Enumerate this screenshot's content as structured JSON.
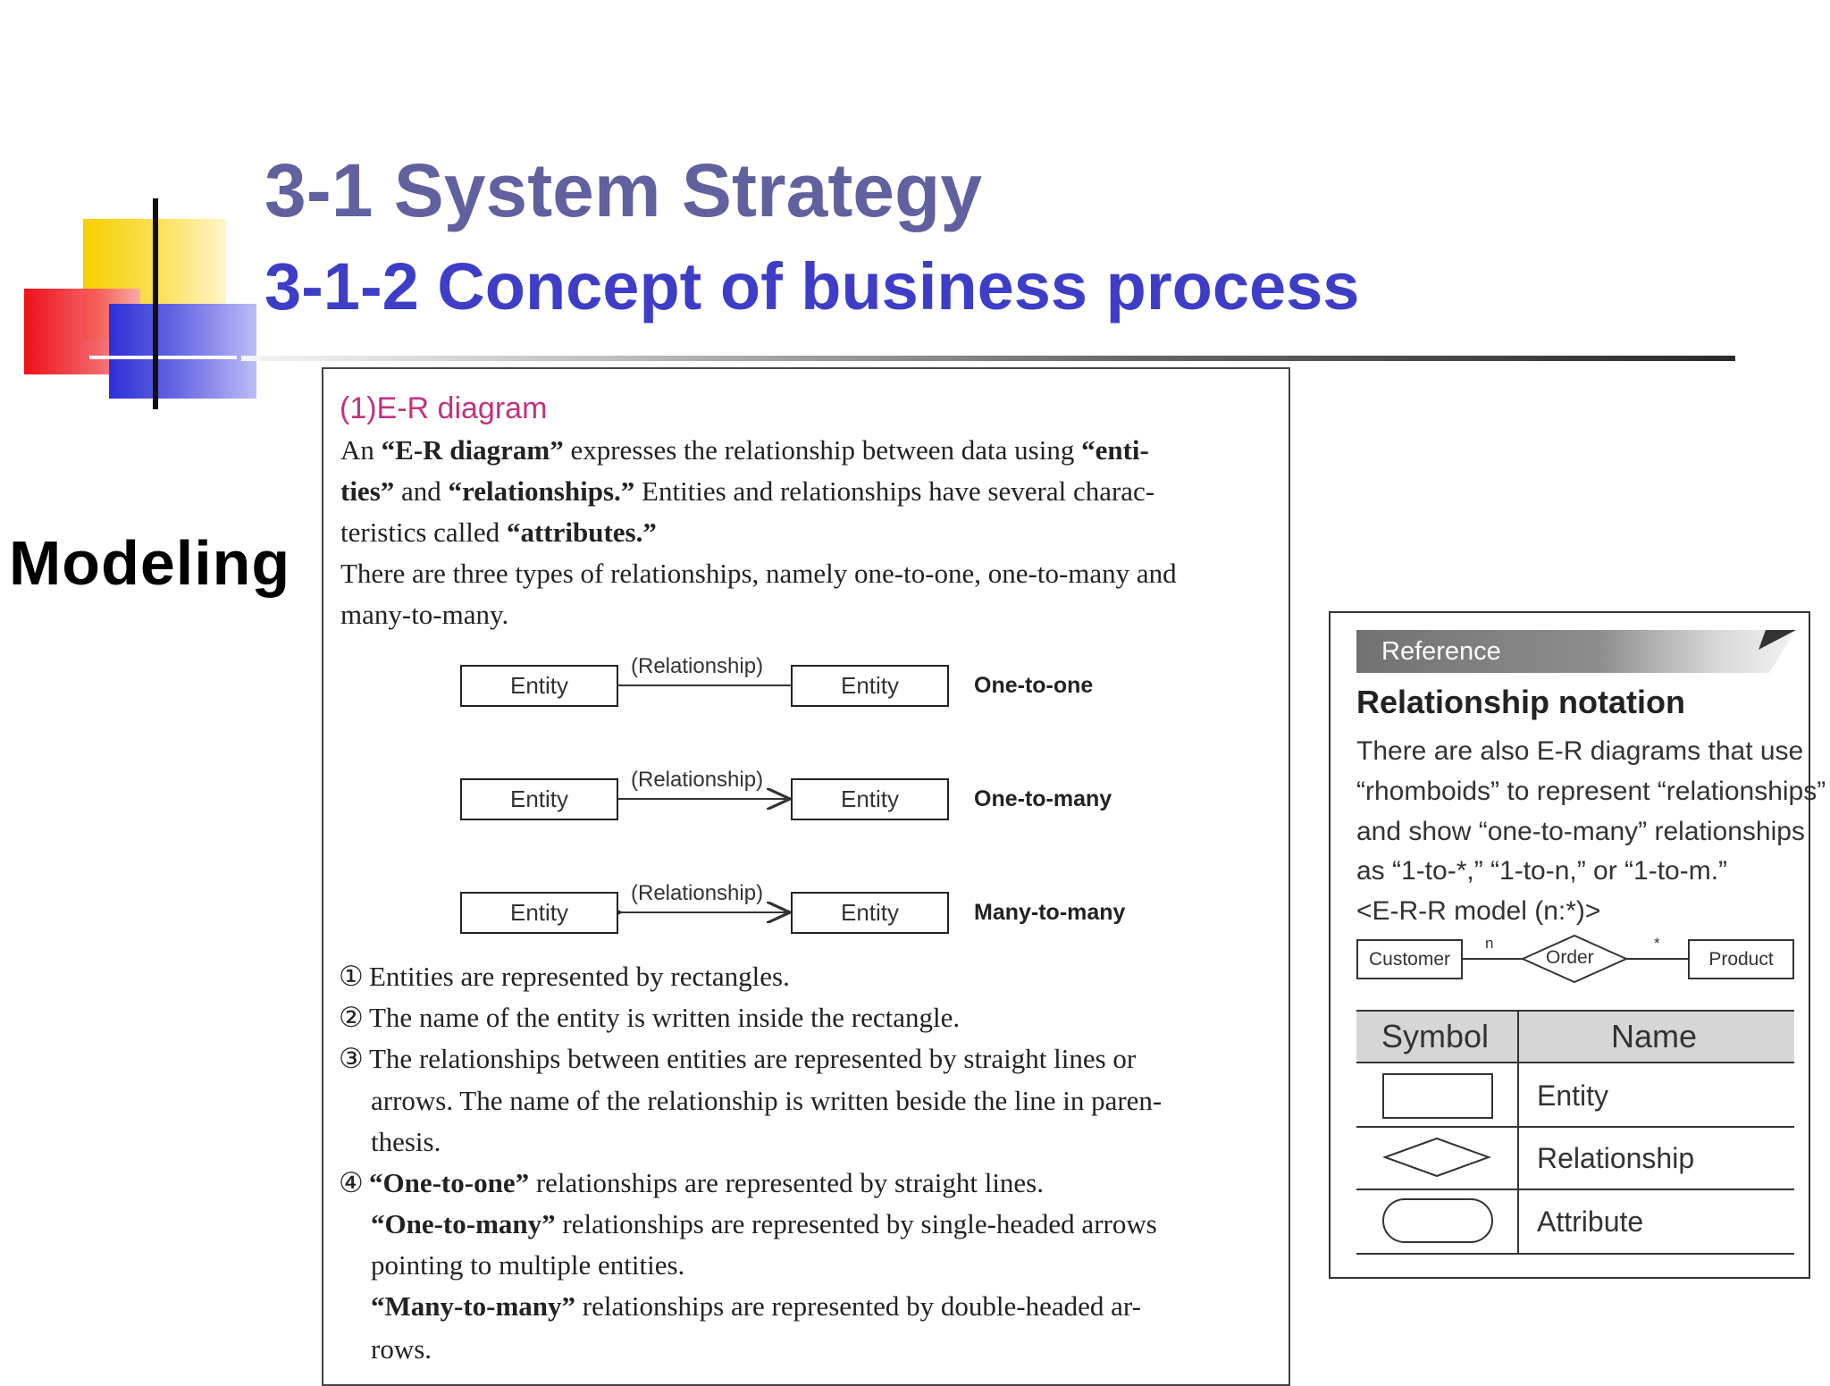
{
  "slide": {
    "title": "3-1 System Strategy",
    "subtitle": "3-1-2 Concept of business process",
    "side_label": "Modeling"
  },
  "doc": {
    "heading": "(1)E-R diagram",
    "intro_lines": [
      [
        "An ",
        "“E-R diagram”",
        " expresses the relationship between data using ",
        "“enti-"
      ],
      [
        "ties”",
        " and ",
        "“relationships.”",
        " Entities and relationships have several charac-"
      ],
      [
        "teristics called ",
        "“attributes.”",
        "",
        ""
      ]
    ],
    "types_lines": [
      "There are three types of relationships, namely one-to-one, one-to-many and",
      "many-to-many."
    ],
    "diagram": {
      "entity_label": "Entity",
      "relationship_label": "(Relationship)",
      "rows": [
        "One-to-one",
        "One-to-many",
        "Many-to-many"
      ]
    },
    "notes": {
      "n1": {
        "num": "①",
        "text": "Entities are represented by rectangles."
      },
      "n2": {
        "num": "②",
        "text": "The name of the entity is written inside the rectangle."
      },
      "n3": {
        "num": "③",
        "text": "The relationships between entities are represented by straight lines or",
        "cont1": "arrows. The name of the relationship is written beside the line in paren-",
        "cont2": "thesis."
      },
      "n4": {
        "num": "④",
        "bold1": "“One-to-one”",
        "text": " relationships are represented by straight lines.",
        "bold2": "“One-to-many”",
        "cont1": " relationships are represented by single-headed arrows",
        "cont2": "pointing to multiple entities.",
        "bold3": "“Many-to-many”",
        "cont3": " relationships are represented by double-headed ar-",
        "cont4": "rows."
      }
    }
  },
  "reference": {
    "tab": "Reference",
    "title": "Relationship notation",
    "lines": [
      "There are also E-R diagrams that use",
      "“rhomboids” to represent “relationships”",
      "and show “one-to-many” relationships",
      "as “1-to-*,” “1-to-n,” or “1-to-m.”",
      "<E-R-R model (n:*)>"
    ],
    "example": {
      "left": "Customer",
      "middle": "Order",
      "right": "Product",
      "left_card": "n",
      "right_card": "*"
    },
    "table": {
      "headers": [
        "Symbol",
        "Name"
      ],
      "rows": [
        {
          "symbol": "rectangle",
          "name": "Entity"
        },
        {
          "symbol": "diamond",
          "name": "Relationship"
        },
        {
          "symbol": "rounded-rectangle",
          "name": "Attribute"
        }
      ]
    }
  },
  "colors": {
    "title": "#61619f",
    "subtitle": "#3d3dc7",
    "doc_heading": "#c0337f"
  }
}
